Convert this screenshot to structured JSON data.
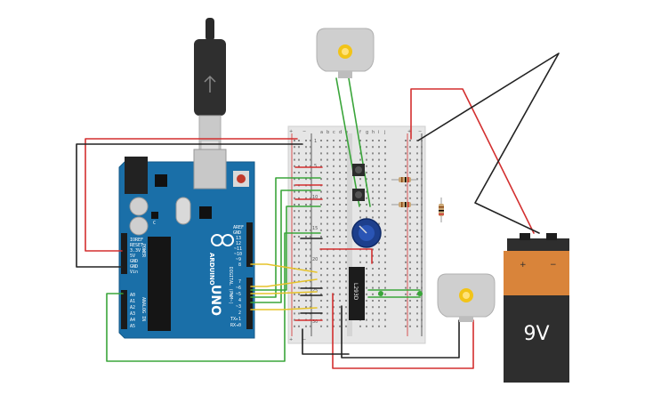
{
  "arduino": {
    "logo": "ARDUINO",
    "model": "UNO",
    "power_header_labels": [
      "IOREF",
      "RESET",
      "3.3V",
      "5V",
      "GND",
      "GND",
      "Vin"
    ],
    "power_label": "POWER",
    "analog_labels": [
      "A0",
      "A1",
      "A2",
      "A3",
      "A4",
      "A5"
    ],
    "analog_label": "ANALOG IN",
    "digital_label": "DIGITAL (PWM~)",
    "digital_top_labels": [
      "AREF",
      "GND",
      "13",
      "12",
      "~11",
      "~10",
      "~9",
      "8"
    ],
    "digital_bottom_labels": [
      "7",
      "~6",
      "~5",
      "4",
      "~3",
      "2",
      "TX▸1",
      "RX◂0"
    ],
    "capacitor_label": "C"
  },
  "breadboard": {
    "column_letters_left": [
      "a",
      "b",
      "c",
      "d",
      "e"
    ],
    "column_letters_right": [
      "f",
      "g",
      "h",
      "i",
      "j"
    ],
    "row_numbers": [
      "1",
      "5",
      "10",
      "15",
      "20",
      "25",
      "30"
    ],
    "plus": "+",
    "minus": "−"
  },
  "ic": {
    "label": "L293D"
  },
  "battery": {
    "label": "9V",
    "plus": "+",
    "minus": "−"
  },
  "colors": {
    "board_blue": "#1a6fa8",
    "wire_red": "#d32f2f",
    "wire_black": "#222222",
    "wire_green": "#3aa53a",
    "wire_yellow": "#e6c32a",
    "battery_orange": "#d9843a",
    "battery_black": "#2e2e2e"
  }
}
